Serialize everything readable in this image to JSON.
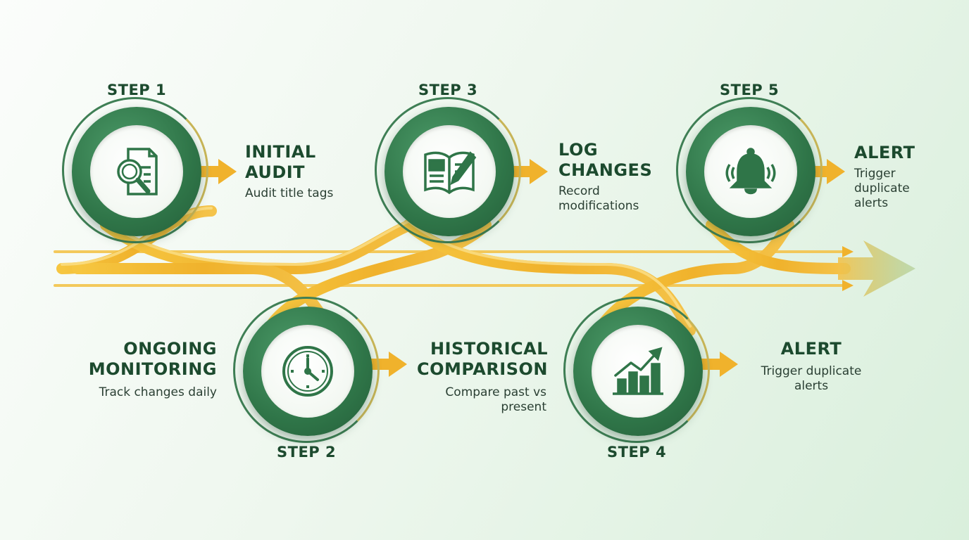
{
  "steps": [
    {
      "step": "STEP 1",
      "title_lines": [
        "INITIAL",
        "AUDIT"
      ],
      "desc_lines": [
        "Audit title tags"
      ],
      "icon": "document-magnifier-icon"
    },
    {
      "step": "STEP 2",
      "title_lines": [
        "ONGOING",
        "MONITORING"
      ],
      "desc_lines": [
        "Track changes daily"
      ],
      "icon": "clock-icon"
    },
    {
      "step": "STEP 3",
      "title_lines": [
        "LOG",
        "CHANGES"
      ],
      "desc_lines": [
        "Record",
        "modifications"
      ],
      "icon": "book-pencil-icon"
    },
    {
      "step": "",
      "title_lines": [
        "HISTORICAL",
        "COMPARISON"
      ],
      "desc_lines": [
        "Compare past vs",
        "present"
      ],
      "icon": ""
    },
    {
      "step": "STEP 4",
      "title_lines": [
        "ALERT"
      ],
      "desc_lines": [
        "Trigger duplicate",
        "alerts"
      ],
      "icon": "growth-chart-icon"
    },
    {
      "step": "STEP 5",
      "title_lines": [
        "ALERT"
      ],
      "desc_lines": [
        "Trigger",
        "duplicate",
        "alerts"
      ],
      "icon": "bell-icon"
    }
  ],
  "colors": {
    "green_dark": "#245e39",
    "green": "#2f7548",
    "gold": "#f2b731",
    "text": "#1c4a2e"
  }
}
